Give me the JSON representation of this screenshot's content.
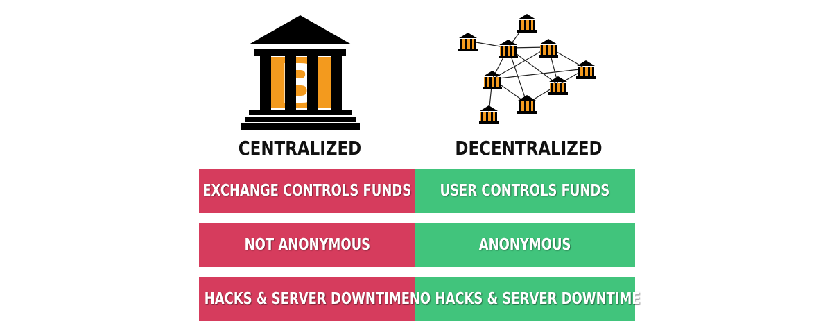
{
  "columns": {
    "left_label": "CENTRALIZED",
    "right_label": "DECENTRALIZED"
  },
  "rows": [
    {
      "left": "EXCHANGE CONTROLS FUNDS",
      "right": "USER CONTROLS FUNDS"
    },
    {
      "left": "NOT ANONYMOUS",
      "right": "ANONYMOUS"
    },
    {
      "left": "HACKS & SERVER DOWNTIME",
      "right": "NO HACKS & SERVER DOWNTIME"
    }
  ],
  "colors": {
    "centralized_cells": "#d63c5d",
    "decentralized_cells": "#41c47c",
    "bank_icon": "#000000",
    "coin_accent": "#f39a1e"
  },
  "icons": {
    "centralized": "bank-building-icon",
    "decentralized": "bank-network-icon"
  }
}
